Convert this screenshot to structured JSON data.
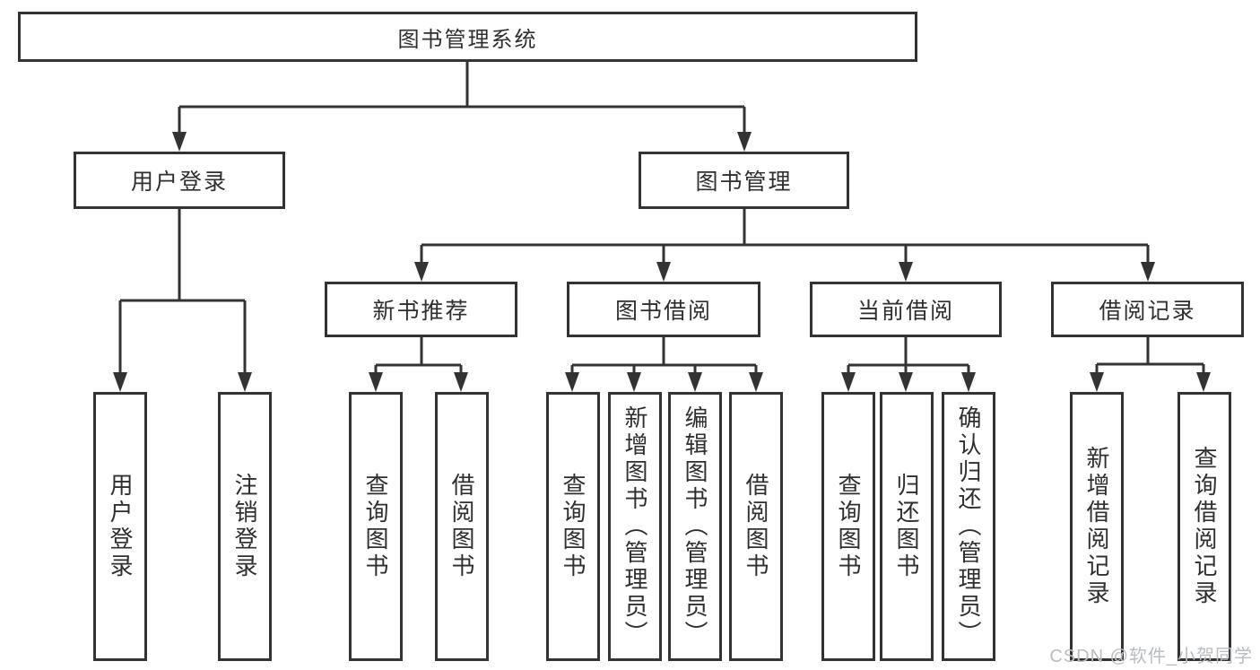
{
  "diagram": {
    "root": {
      "label": "图书管理系统"
    },
    "branches": [
      {
        "label": "用户登录",
        "children": [
          "用户登录",
          "注销登录"
        ]
      },
      {
        "label": "图书管理",
        "groups": [
          {
            "label": "新书推荐",
            "children": [
              "查询图书",
              "借阅图书"
            ]
          },
          {
            "label": "图书借阅",
            "children": [
              "查询图书",
              "新增图书（管理员）",
              "编辑图书（管理员）",
              "借阅图书"
            ]
          },
          {
            "label": "当前借阅",
            "children": [
              "查询图书",
              "归还图书",
              "确认归还（管理员）"
            ]
          },
          {
            "label": "借阅记录",
            "children": [
              "新增借阅记录",
              "查询借阅记录"
            ]
          }
        ]
      }
    ],
    "watermark": "CSDN @软件_小贺同学",
    "colors": {
      "line": "#333333",
      "text": "#2f2f2f",
      "background": "#ffffff",
      "watermark": "#b9bdc2"
    }
  }
}
